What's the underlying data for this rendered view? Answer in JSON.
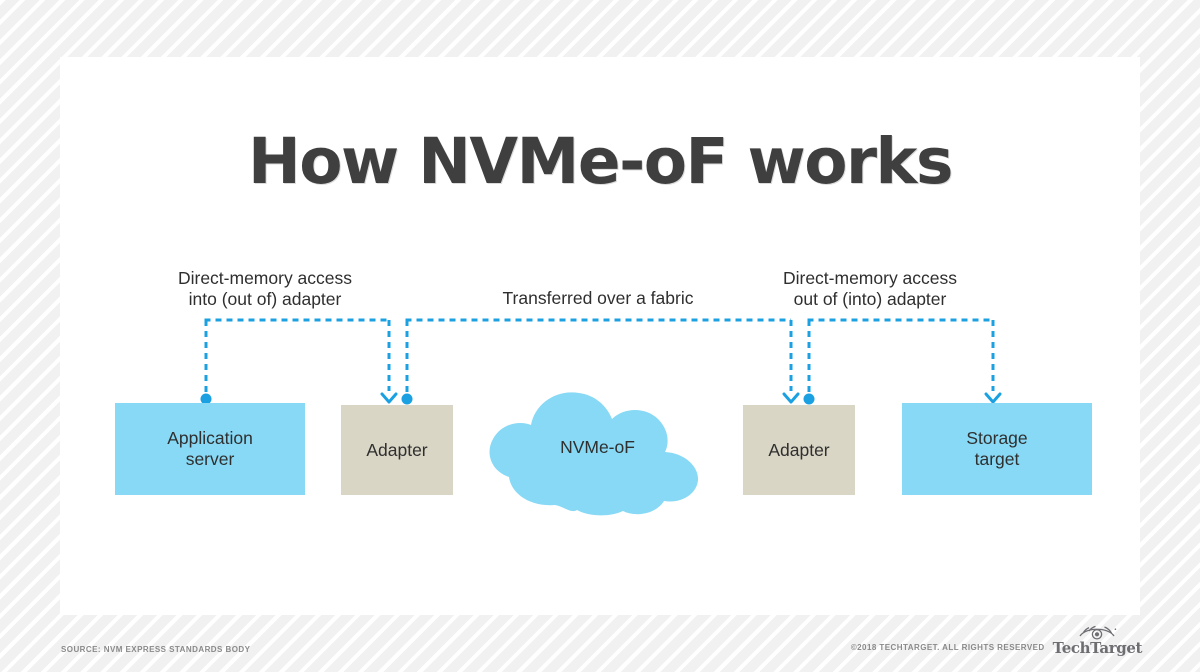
{
  "graphic": {
    "title": "How NVMe-oF works",
    "colors": {
      "accent_blue": "#1ba1e2",
      "node_blue": "#87d9f5",
      "node_tan": "#d9d6c5",
      "title_gray": "#3f3f3f",
      "page_bg": "#f2f2f2",
      "card_bg": "#ffffff"
    },
    "captions": [
      {
        "name": "left",
        "text": "Direct-memory access\ninto (out of) adapter"
      },
      {
        "name": "middle",
        "text": "Transferred over a fabric"
      },
      {
        "name": "right",
        "text": "Direct-memory access\nout of (into) adapter"
      }
    ],
    "nodes": [
      {
        "name": "application-server",
        "label": "Application\nserver",
        "fill": "blue"
      },
      {
        "name": "adapter-left",
        "label": "Adapter",
        "fill": "tan"
      },
      {
        "name": "fabric-cloud",
        "label": "NVMe-oF",
        "fill": "cloud"
      },
      {
        "name": "adapter-right",
        "label": "Adapter",
        "fill": "tan"
      },
      {
        "name": "storage-target",
        "label": "Storage\ntarget",
        "fill": "blue"
      }
    ],
    "flow": [
      {
        "from": "application-server",
        "to": "adapter-left",
        "marker_start": "dot",
        "marker_end": "arrow"
      },
      {
        "from": "adapter-left",
        "to": "adapter-right",
        "marker_start": "dot",
        "marker_end": "arrow"
      },
      {
        "from": "adapter-right",
        "to": "storage-target",
        "marker_start": "dot",
        "marker_end": "arrow"
      }
    ]
  },
  "footer": {
    "source": "SOURCE: NVM EXPRESS STANDARDS BODY",
    "copyright": "©2018 TECHTARGET. ALL RIGHTS RESERVED",
    "logo_text": "TechTarget"
  }
}
